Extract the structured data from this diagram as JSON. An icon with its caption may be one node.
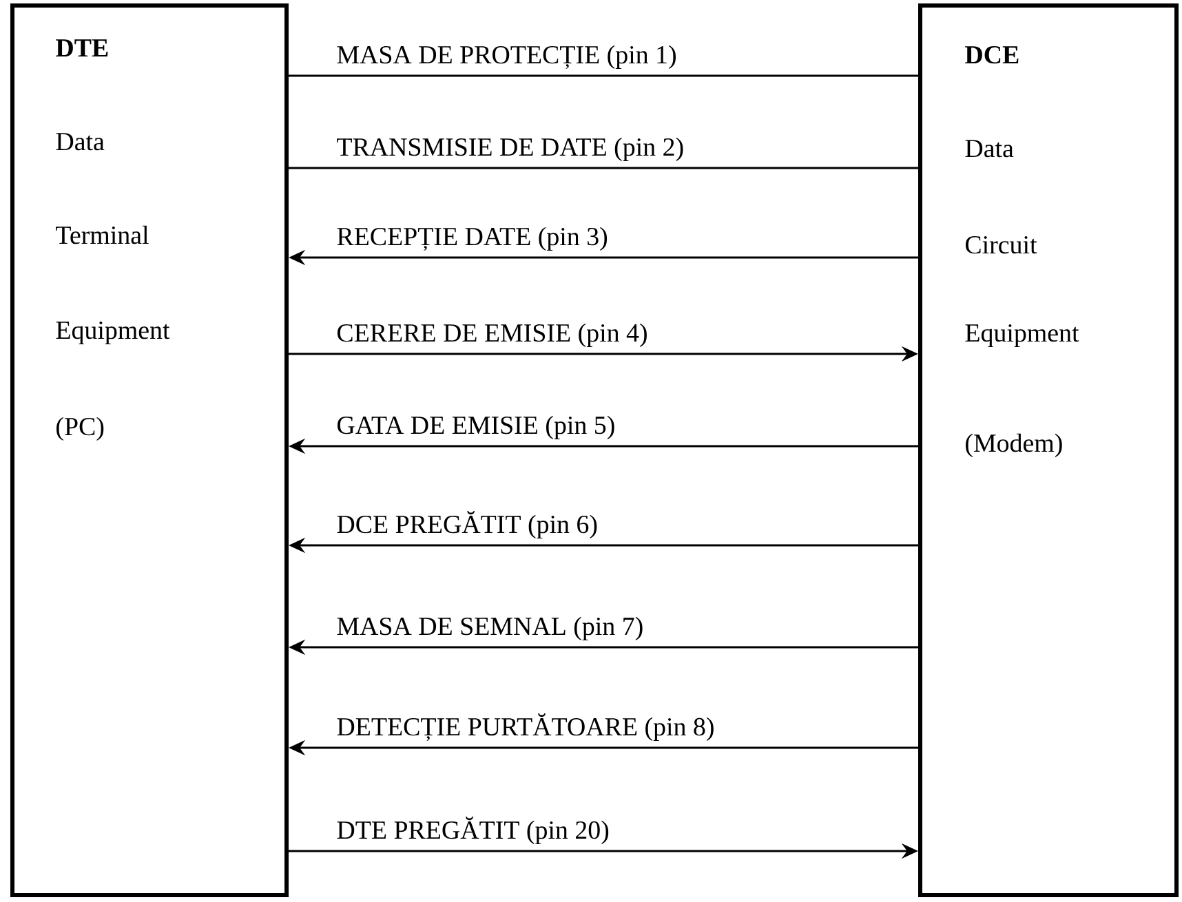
{
  "diagram": {
    "nodes": [
      {
        "text": [
          "DTE",
          "Data",
          "Terminal",
          "Equipment",
          "(PC)"
        ]
      },
      {
        "text": [
          "DCE",
          "Data",
          "Circuit",
          "Equipment",
          "(Modem)"
        ]
      }
    ],
    "edges": [
      {
        "from": 0,
        "to": 1,
        "arrow": "none",
        "label": "MASA DE PROTECȚIE (pin 1)"
      },
      {
        "from": 0,
        "to": 1,
        "arrow": "none",
        "label": "TRANSMISIE DE DATE (pin 2)"
      },
      {
        "from": 1,
        "to": 0,
        "arrow": "to",
        "label": "RECEPȚIE DATE (pin 3)"
      },
      {
        "from": 0,
        "to": 1,
        "arrow": "to",
        "label": "CERERE DE EMISIE (pin 4)"
      },
      {
        "from": 1,
        "to": 0,
        "arrow": "to",
        "label": "GATA DE EMISIE (pin 5)"
      },
      {
        "from": 1,
        "to": 0,
        "arrow": "to",
        "label": "DCE PREGĂTIT (pin 6)"
      },
      {
        "from": 1,
        "to": 0,
        "arrow": "to",
        "label": "MASA DE SEMNAL (pin 7)"
      },
      {
        "from": 1,
        "to": 0,
        "arrow": "to",
        "label": "DETECȚIE PURTĂTOARE (pin 8)"
      },
      {
        "from": 0,
        "to": 1,
        "arrow": "to",
        "label": "DTE PREGĂTIT (pin 20)"
      }
    ]
  }
}
